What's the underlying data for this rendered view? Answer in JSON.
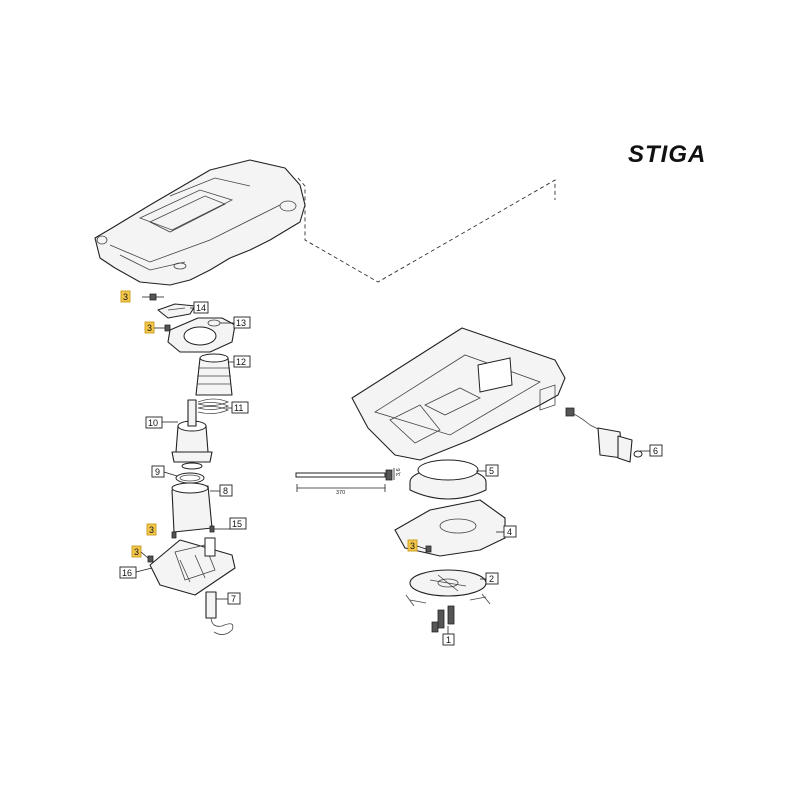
{
  "brand": {
    "logo": "STIGA"
  },
  "callouts": {
    "c1": "1",
    "c2": "2",
    "c4": "4",
    "c5": "5",
    "c6": "6",
    "c7": "7",
    "c8": "8",
    "c9": "9",
    "c10": "10",
    "c11": "11",
    "c12": "12",
    "c13": "13",
    "c14": "14",
    "c15": "15",
    "c16": "16",
    "c3": "3"
  },
  "dimensions": {
    "tie_length": "370",
    "tie_width": "3,6"
  },
  "colors": {
    "highlight": "#f4c74a",
    "line": "#222222",
    "background": "#ffffff"
  }
}
